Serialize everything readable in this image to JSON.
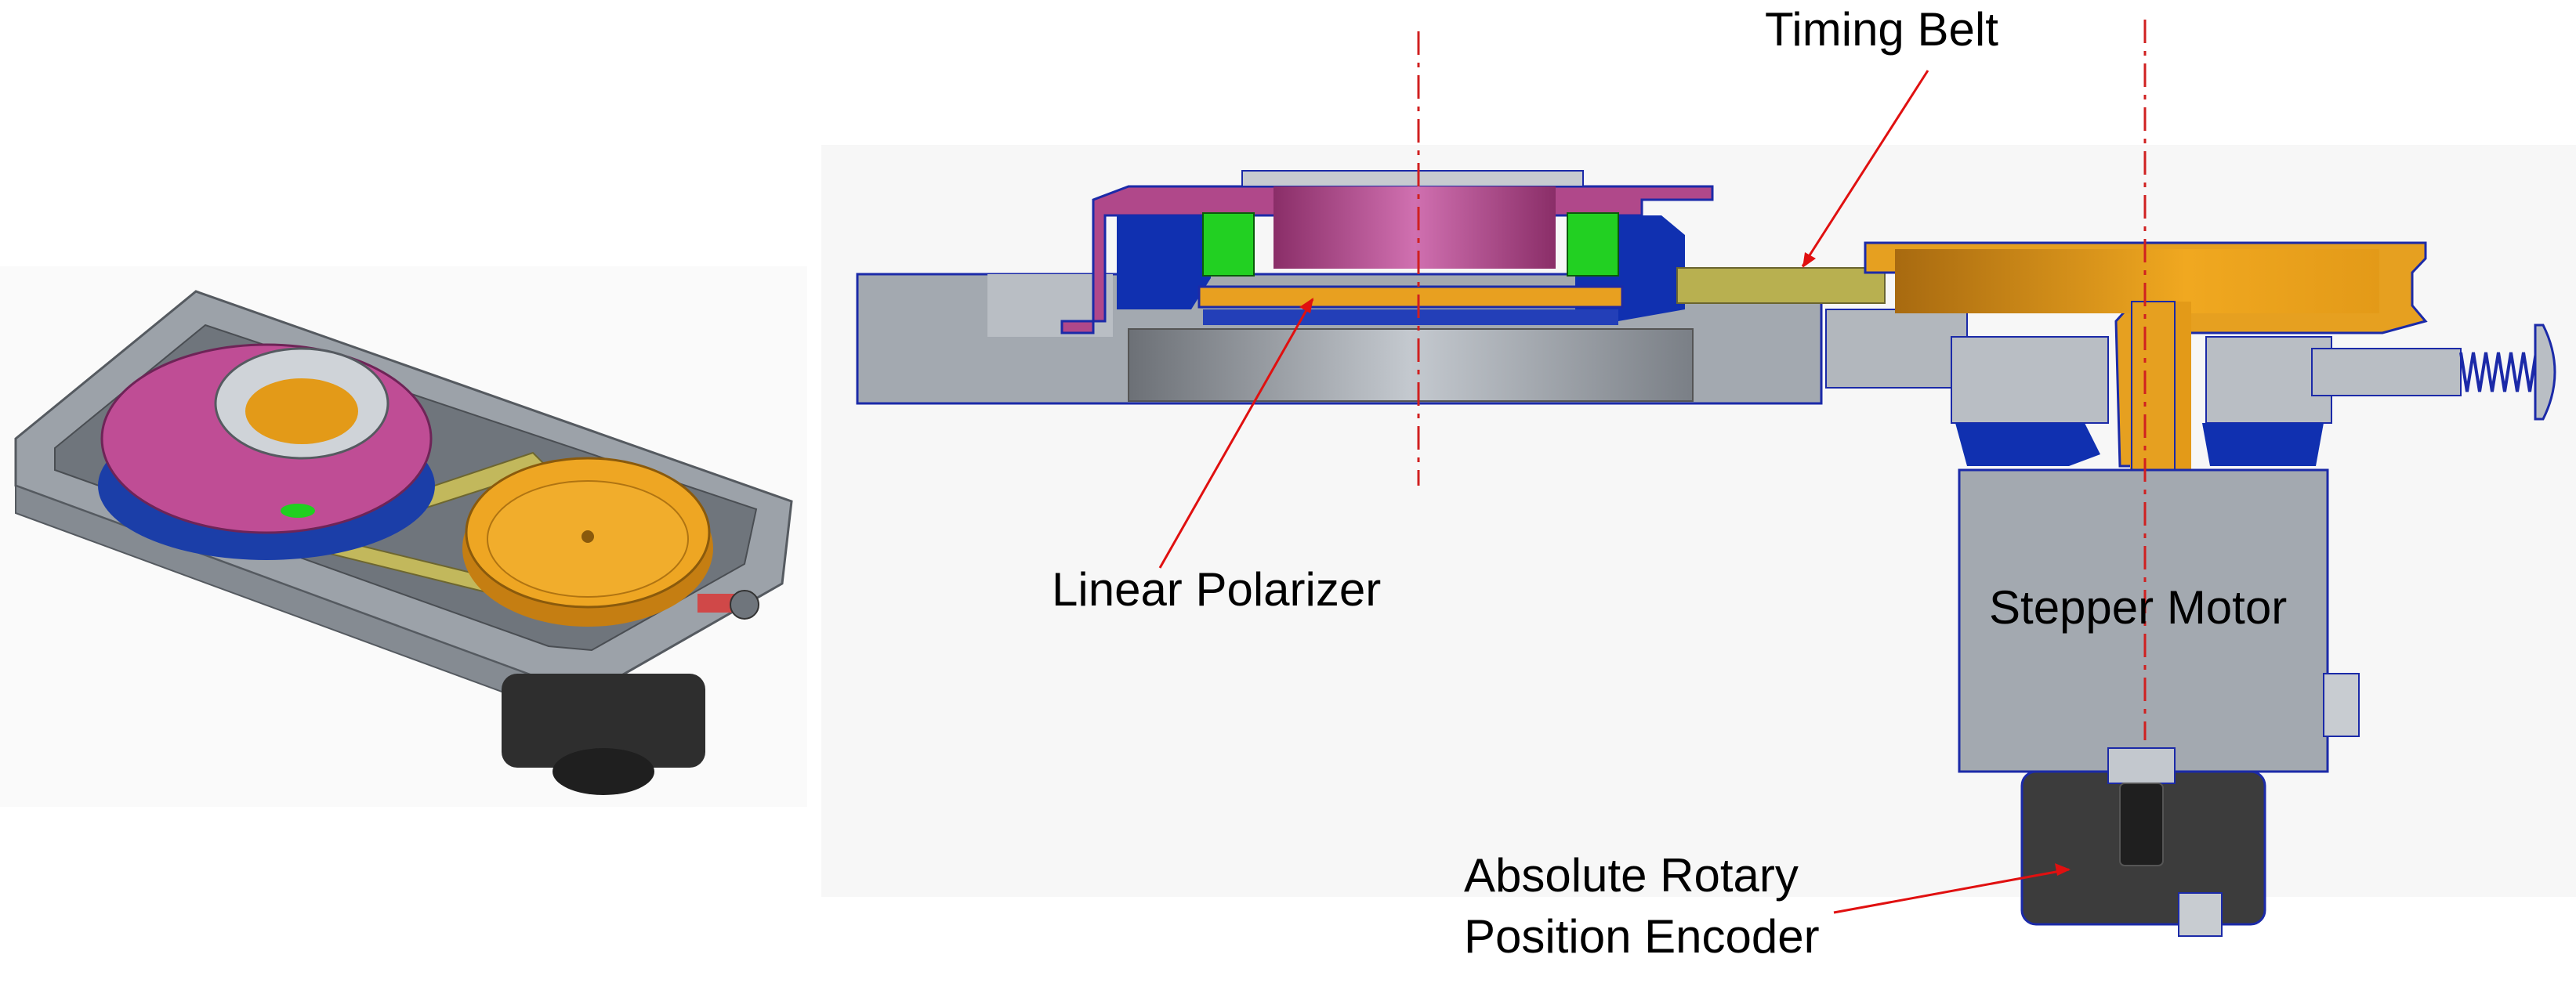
{
  "labels": {
    "timing_belt": "Timing Belt",
    "linear_polarizer": "Linear Polarizer",
    "stepper_motor": "Stepper Motor",
    "encoder_line1": "Absolute Rotary",
    "encoder_line2": "Position Encoder"
  },
  "colors": {
    "frame_gray": "#a3a9b0",
    "magenta_housing": "#b0488a",
    "bearing_blue": "#1030b0",
    "pulley_orange": "#e6a020",
    "belt_olive": "#b8b050",
    "bearing_green": "#20d020",
    "encoder_dark": "#3c3c3c",
    "leader_red": "#e01010",
    "axis_red": "#d02020"
  }
}
